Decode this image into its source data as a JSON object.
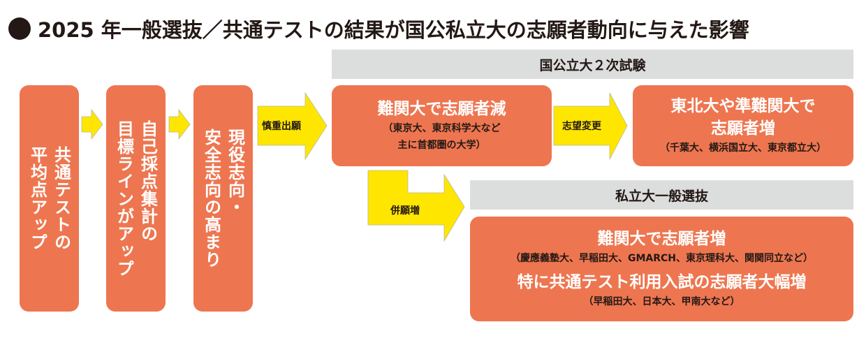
{
  "title": "2025 年一般選抜／共通テストの結果が国公私立大の志願者動向に与えた影響",
  "steps": [
    {
      "label": "共通テストの\n平均点アップ",
      "lines": [
        "共通テストの",
        "平均点アップ"
      ]
    },
    {
      "lines": [
        "自己採点集計の",
        "目標ラインがアップ"
      ]
    },
    {
      "lines": [
        "現役志向・",
        "安全志向の高まり"
      ]
    }
  ],
  "arrows": {
    "careful": "慎重出願",
    "change": "志望変更",
    "parallel": "併願増"
  },
  "national": {
    "header": "国公立大２次試験",
    "decrease": {
      "main": "難関大で志願者減",
      "sub1": "（東京大、東京科学大など",
      "sub2": "主に首都圏の大学）"
    },
    "increase": {
      "main1": "東北大や準難関大で",
      "main2": "志願者増",
      "sub": "（千葉大、横浜国立大、東京都立大）"
    }
  },
  "private": {
    "header": "私立大一般選抜",
    "main1": "難関大で志願者増",
    "sub1": "（慶應義塾大、早稲田大、GMARCH、東京理科大、関関同立など）",
    "main2": "特に共通テスト利用入試の志願者大幅増",
    "sub2": "（早稲田大、日本大、甲南大など）"
  },
  "colors": {
    "box": "#ED7650",
    "arrow": "#FFE600",
    "bar": "#DCDDDD"
  }
}
